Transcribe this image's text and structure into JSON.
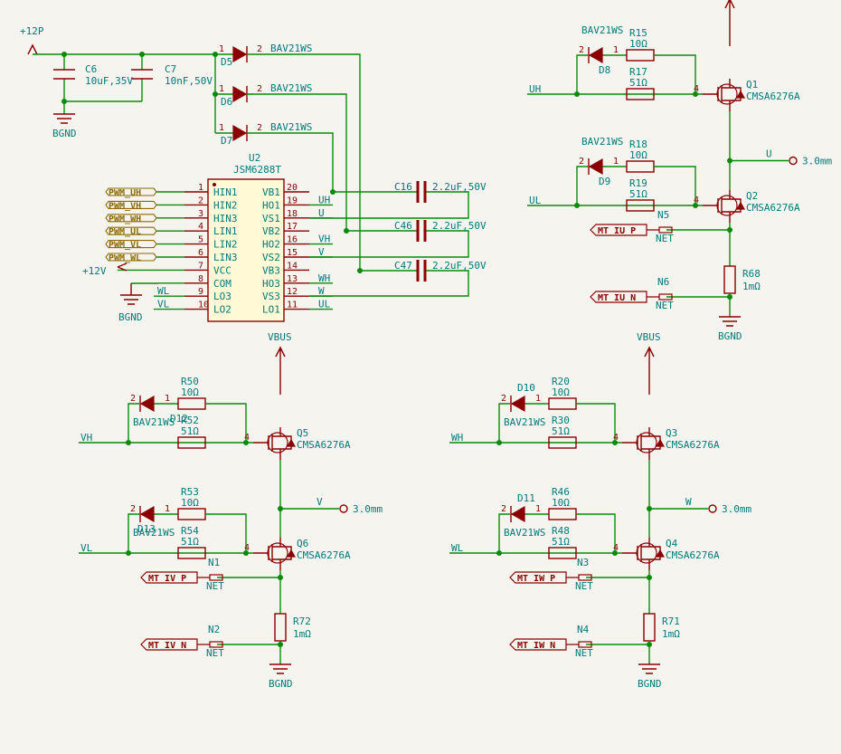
{
  "pwr": {
    "p12p": "+12P",
    "p12v": "+12V",
    "bgnd": "BGND",
    "vbus": "VBUS"
  },
  "caps": {
    "c6": {
      "ref": "C6",
      "val": "10uF,35V"
    },
    "c7": {
      "ref": "C7",
      "val": "10nF,50V"
    },
    "c16": {
      "ref": "C16",
      "val": "2.2uF,50V"
    },
    "c46": {
      "ref": "C46",
      "val": "2.2uF,50V"
    },
    "c47": {
      "ref": "C47",
      "val": "2.2uF,50V"
    }
  },
  "diodes": {
    "d5": "D5",
    "d6": "D6",
    "d7": "D7",
    "d8": "D8",
    "d9": "D9",
    "d10": "D10",
    "d11": "D11",
    "d12": "D12",
    "d13": "D13",
    "part": "BAV21WS"
  },
  "ic": {
    "ref": "U2",
    "part": "JSM6288T",
    "left_pins": [
      {
        "num": "1",
        "name": "HIN1",
        "net": "PWM_UH"
      },
      {
        "num": "2",
        "name": "HIN2",
        "net": "PWM_VH"
      },
      {
        "num": "3",
        "name": "HIN3",
        "net": "PWM_WH"
      },
      {
        "num": "4",
        "name": "LIN1",
        "net": "PWM_UL"
      },
      {
        "num": "5",
        "name": "LIN2",
        "net": "PWM_VL"
      },
      {
        "num": "6",
        "name": "LIN3",
        "net": "PWM_WL"
      },
      {
        "num": "7",
        "name": "VCC",
        "net": "+12V"
      },
      {
        "num": "8",
        "name": "COM",
        "net": ""
      },
      {
        "num": "9",
        "name": "LO3",
        "net": "WL"
      },
      {
        "num": "10",
        "name": "LO2",
        "net": "VL"
      }
    ],
    "right_pins": [
      {
        "num": "20",
        "name": "VB1",
        "net": ""
      },
      {
        "num": "19",
        "name": "HO1",
        "net": "UH"
      },
      {
        "num": "18",
        "name": "VS1",
        "net": "U"
      },
      {
        "num": "17",
        "name": "VB2",
        "net": ""
      },
      {
        "num": "16",
        "name": "HO2",
        "net": "VH"
      },
      {
        "num": "15",
        "name": "VS2",
        "net": "V"
      },
      {
        "num": "14",
        "name": "VB3",
        "net": ""
      },
      {
        "num": "13",
        "name": "HO3",
        "net": "WH"
      },
      {
        "num": "12",
        "name": "VS3",
        "net": "W"
      },
      {
        "num": "11",
        "name": "LO1",
        "net": "UL"
      }
    ]
  },
  "phases": {
    "u": {
      "d_hi": "D8",
      "d_lo": "D9",
      "r_hi_g": {
        "ref": "R15",
        "val": "10Ω"
      },
      "r_hi_p": {
        "ref": "R17",
        "val": "51Ω"
      },
      "r_lo_g": {
        "ref": "R18",
        "val": "10Ω"
      },
      "r_lo_p": {
        "ref": "R19",
        "val": "51Ω"
      },
      "q_hi": "Q1",
      "q_lo": "Q2",
      "mos": "CMSA6276A",
      "in_hi": "UH",
      "in_lo": "UL",
      "out": "U",
      "pad": "3.0mm",
      "n_top": "N5",
      "n_bot": "N6",
      "net": "NET",
      "ilbl_p": "MT_IU_P",
      "ilbl_n": "MT_IU_N",
      "shunt": {
        "ref": "R68",
        "val": "1mΩ"
      }
    },
    "v": {
      "d_hi": "D12",
      "d_lo": "D13",
      "r_hi_g": {
        "ref": "R50",
        "val": "10Ω"
      },
      "r_hi_p": {
        "ref": "R52",
        "val": "51Ω"
      },
      "r_lo_g": {
        "ref": "R53",
        "val": "10Ω"
      },
      "r_lo_p": {
        "ref": "R54",
        "val": "51Ω"
      },
      "q_hi": "Q5",
      "q_lo": "Q6",
      "mos": "CMSA6276A",
      "in_hi": "VH",
      "in_lo": "VL",
      "out": "V",
      "pad": "3.0mm",
      "n_top": "N1",
      "n_bot": "N2",
      "net": "NET",
      "ilbl_p": "MT_IV_P",
      "ilbl_n": "MT_IV_N",
      "shunt": {
        "ref": "R72",
        "val": "1mΩ"
      }
    },
    "w": {
      "d_hi": "D10",
      "d_lo": "D11",
      "r_hi_g": {
        "ref": "R20",
        "val": "10Ω"
      },
      "r_hi_p": {
        "ref": "R30",
        "val": "51Ω"
      },
      "r_lo_g": {
        "ref": "R46",
        "val": "10Ω"
      },
      "r_lo_p": {
        "ref": "R48",
        "val": "51Ω"
      },
      "q_hi": "Q3",
      "q_lo": "Q4",
      "mos": "CMSA6276A",
      "in_hi": "WH",
      "in_lo": "WL",
      "out": "W",
      "pad": "3.0mm",
      "n_top": "N3",
      "n_bot": "N4",
      "net": "NET",
      "ilbl_p": "MT_IW_P",
      "ilbl_n": "MT_IW_N",
      "shunt": {
        "ref": "R71",
        "val": "1mΩ"
      }
    }
  },
  "boot": {
    "u": "UH",
    "v": "VH",
    "w": "WH",
    "u_s": "U",
    "v_s": "V",
    "w_s": "W"
  }
}
